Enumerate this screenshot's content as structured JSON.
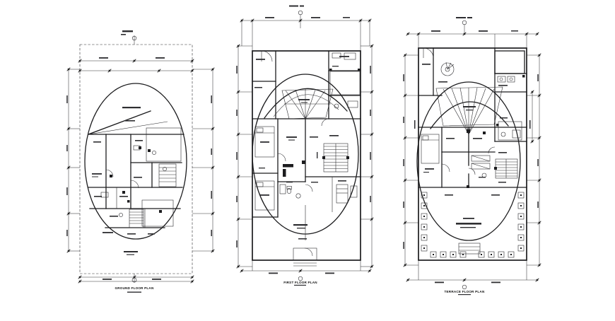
{
  "document": {
    "background": "#ffffff",
    "ink_color": "#1c1c1e"
  },
  "plans": [
    {
      "id": "plan-1",
      "caption": "GROUND FLOOR PLAN"
    },
    {
      "id": "plan-2",
      "caption": "FIRST FLOOR PLAN"
    },
    {
      "id": "plan-3",
      "caption": "TERRACE FLOOR PLAN"
    }
  ]
}
